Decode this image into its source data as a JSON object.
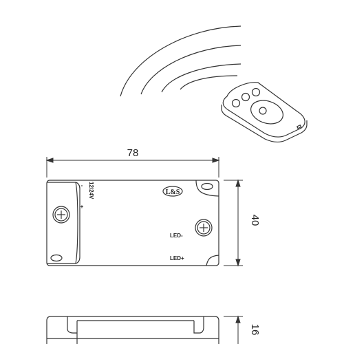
{
  "dimensions": {
    "width": "78",
    "height": "40",
    "depth": "16"
  },
  "labels": {
    "voltage": "12/24V",
    "minus_sign": "-",
    "plus_sign": "+",
    "led_minus": "LED-",
    "led_plus": "LED+",
    "logo": "L&S"
  },
  "icons": {
    "remote": "remote-control-icon",
    "signal": "wireless-signal-icon",
    "screw": "screw-terminal-icon"
  }
}
